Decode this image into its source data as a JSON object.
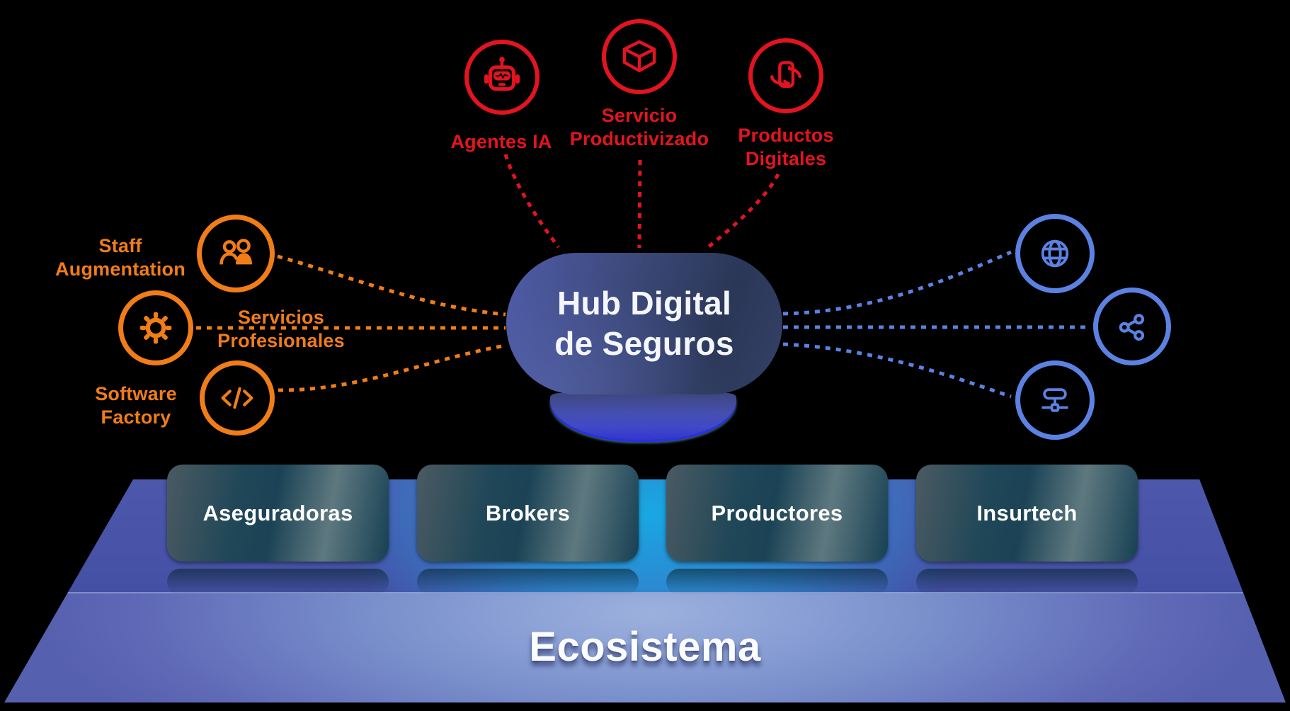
{
  "colors": {
    "background": "#000000",
    "red": "#e3141f",
    "orange": "#f07d18",
    "blue": "#5b82e3",
    "hub_gradient_dark": "#2b3757",
    "hub_gradient_light": "#4f5ca8",
    "hub_base_blue": "#3a42c8",
    "platform_indigo": "#4a55a8",
    "platform_glow_cyan": "#18a7e2",
    "platform_front_light": "#9db1de",
    "card_teal_dark": "#1b4355",
    "card_teal_light": "#5e787f",
    "text_white": "#ffffff"
  },
  "hub": {
    "title_line1": "Hub Digital",
    "title_line2": "de Seguros"
  },
  "top_services": {
    "items": [
      {
        "icon": "robot-icon",
        "label": "Agentes IA"
      },
      {
        "icon": "cube-icon",
        "label": "Servicio\nProductivizado"
      },
      {
        "icon": "phone-rotate-icon",
        "label": "Productos\nDigitales"
      }
    ]
  },
  "left_services": {
    "items": [
      {
        "icon": "people-icon",
        "label": "Staff\nAugmentation"
      },
      {
        "icon": "gear-icon",
        "label": "Servicios\nProfesionales"
      },
      {
        "icon": "code-icon",
        "label": "Software\nFactory"
      }
    ]
  },
  "right_channels": {
    "items": [
      {
        "icon": "globe-icon"
      },
      {
        "icon": "share-icon"
      },
      {
        "icon": "network-icon"
      }
    ]
  },
  "ecosystem": {
    "label": "Ecosistema",
    "cards": [
      "Aseguradoras",
      "Brokers",
      "Productores",
      "Insurtech"
    ]
  }
}
